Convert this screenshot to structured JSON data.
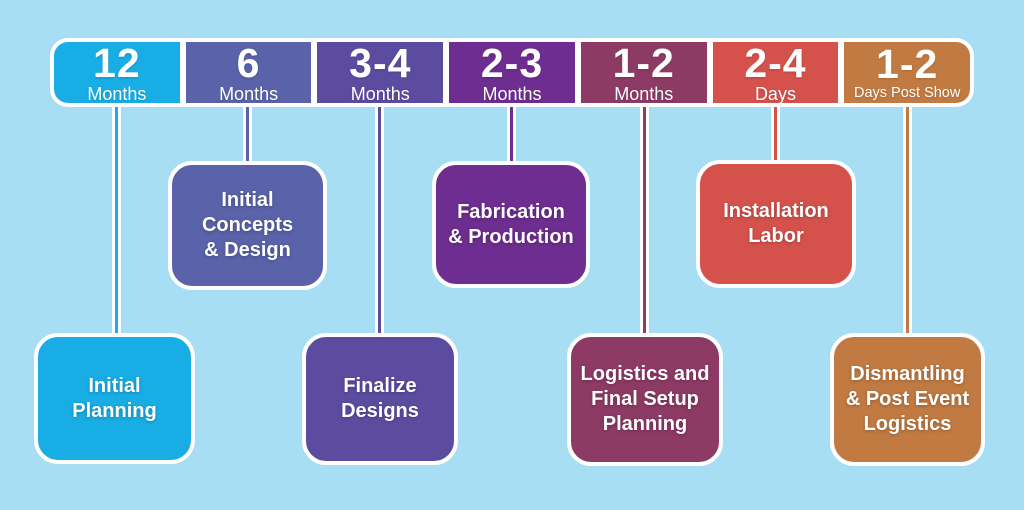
{
  "background_color": "#a8def3",
  "outline_color": "#ffffff",
  "phases": [
    {
      "duration": "12",
      "unit": "Months",
      "task": "Initial\nPlanning",
      "color": "#18ade4",
      "task_row": "bottom"
    },
    {
      "duration": "6",
      "unit": "Months",
      "task": "Initial\nConcepts\n& Design",
      "color": "#5a62a9",
      "task_row": "top"
    },
    {
      "duration": "3-4",
      "unit": "Months",
      "task": "Finalize\nDesigns",
      "color": "#5c4ca0",
      "task_row": "bottom"
    },
    {
      "duration": "2-3",
      "unit": "Months",
      "task": "Fabrication\n& Production",
      "color": "#6e2d90",
      "task_row": "top"
    },
    {
      "duration": "1-2",
      "unit": "Months",
      "task": "Logistics and\nFinal Setup\nPlanning",
      "color": "#8d3a64",
      "task_row": "bottom"
    },
    {
      "duration": "2-4",
      "unit": "Days",
      "task": "Installation\nLabor",
      "color": "#d5514c",
      "task_row": "top"
    },
    {
      "duration": "1-2",
      "unit": "Days Post Show",
      "task": "Dismantling\n& Post Event\nLogistics",
      "color": "#c07a42",
      "task_row": "bottom"
    }
  ]
}
